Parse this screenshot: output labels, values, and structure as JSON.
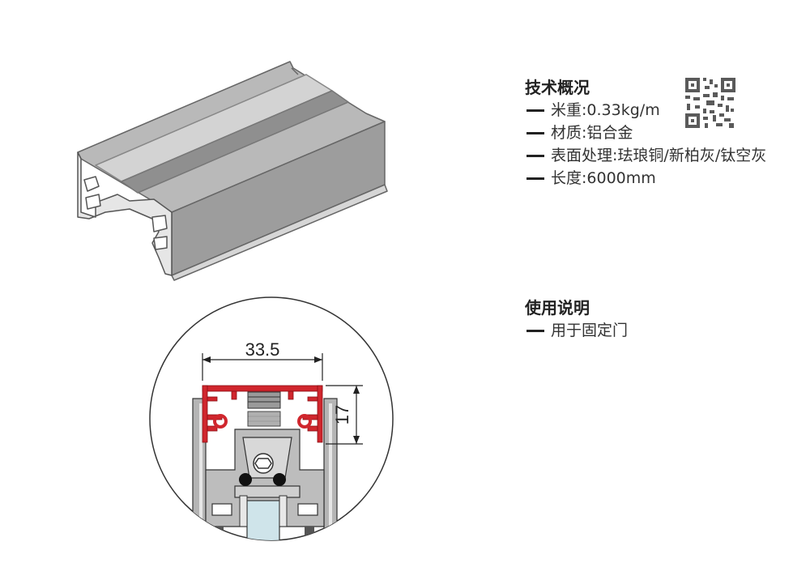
{
  "tech": {
    "title": "技术概况",
    "items": [
      {
        "label": "米重",
        "value": "0.33kg/m"
      },
      {
        "label": "材质",
        "value": "铝合金"
      },
      {
        "label": "表面处理",
        "value": "珐琅铜/新柏灰/钛空灰"
      },
      {
        "label": "长度",
        "value": "6000mm"
      }
    ]
  },
  "usage": {
    "title": "使用说明",
    "items": [
      "用于固定门"
    ]
  },
  "section_drawing": {
    "width_label": "33.5",
    "height_label": "17"
  },
  "colors": {
    "profile_grey": "#9a9a9a",
    "profile_red": "#d0262d",
    "glass": "#cfe4ea",
    "outline": "#333333"
  }
}
